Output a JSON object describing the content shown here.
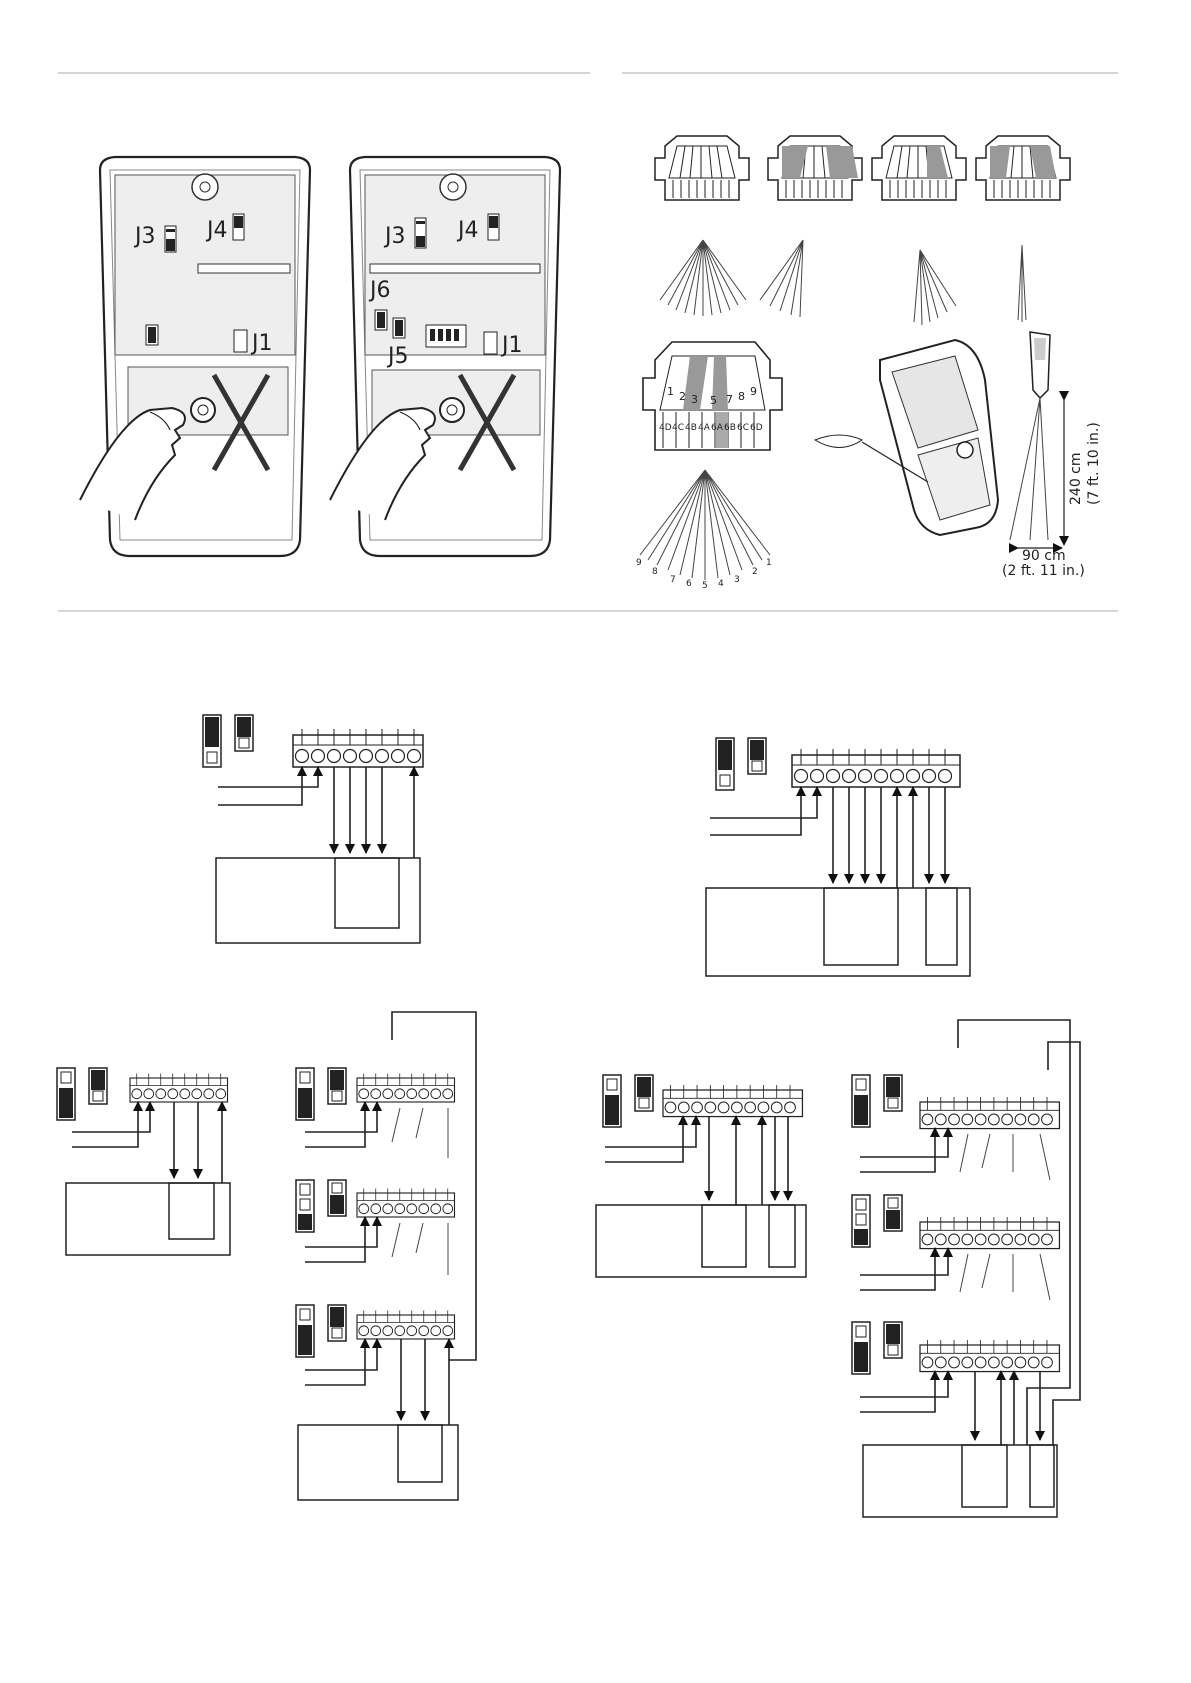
{
  "fig_a": {
    "left": {
      "j3": "J3",
      "j4": "J4",
      "j1": "J1"
    },
    "right": {
      "j3": "J3",
      "j4": "J4",
      "j6": "J6",
      "j5": "J5",
      "j1": "J1"
    }
  },
  "fig_b": {
    "zone_numbers": [
      "1",
      "2",
      "3",
      "5",
      "7",
      "8",
      "9"
    ],
    "mask_labels": [
      "4D",
      "4C",
      "4B",
      "4A",
      "6A",
      "6B",
      "6C",
      "6D"
    ],
    "fan_numbers": [
      "9",
      "8",
      "7",
      "6",
      "5",
      "4",
      "3",
      "2",
      "1"
    ],
    "height": {
      "metric": "240 cm",
      "imperial": "(7 ft. 10 in.)"
    },
    "distance": {
      "metric": "90 cm",
      "imperial": "(2 ft. 11 in.)"
    }
  }
}
